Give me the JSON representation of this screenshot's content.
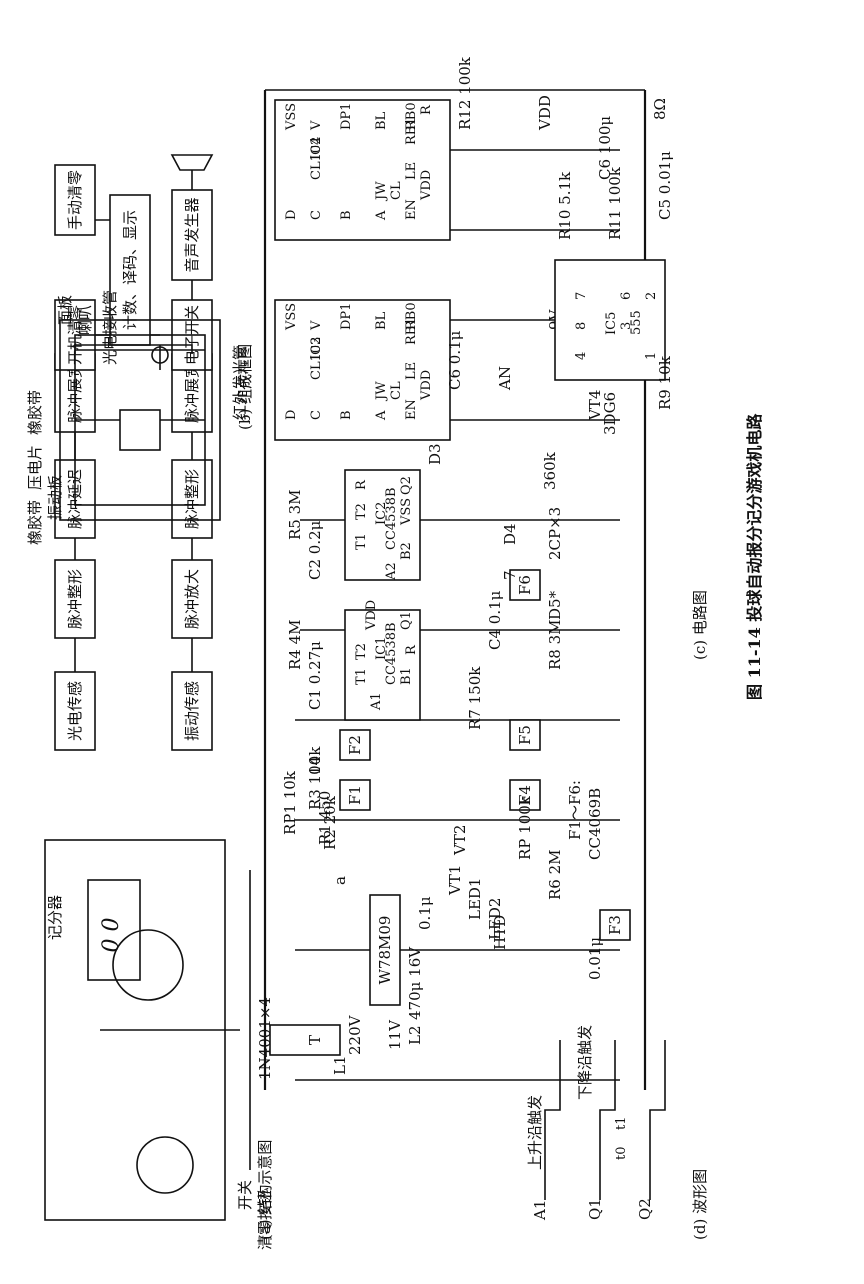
{
  "figure": {
    "caption": "图 11-14 投球自动报分记分游戏机电路",
    "part_a": "(a) 结构示意图",
    "part_b": "(b) 组成框图",
    "part_c": "(c) 电路图",
    "part_d": "(d) 波形图"
  },
  "block_diagram": {
    "upper_row": [
      "光电传感",
      "脉冲整形",
      "脉冲延迟",
      "脉冲展宽"
    ],
    "lower_row": [
      "振动传感",
      "脉冲放大",
      "脉冲整形",
      "脉冲展宽"
    ],
    "switch": "电子开关",
    "sound": "音声发生器",
    "counter": "计数、译码、显示",
    "power_reset": "开机清零",
    "manual_reset": "手动清零"
  },
  "structure": {
    "scorer": "记分器",
    "switch": "开关",
    "reset_button": "清零按钮",
    "panel": "面板",
    "horn": "喇叭",
    "photo_rx": "光电接收管",
    "ir_led": "红外发光管",
    "rubber_band_top": "橡胶带",
    "piezo": "压电片",
    "vibration_plate": "振动板",
    "rubber_band_bottom": "橡胶带"
  },
  "circuit": {
    "transformer": "T",
    "mains": "220V",
    "sec": "11V",
    "l1": "L1",
    "l2": "L2",
    "diodes": "1N4001×4",
    "cap_main": "470μ 16V",
    "regulator": "W78M09",
    "cap_01": "0.1μ",
    "r1": "R1 450",
    "led1": "LED1",
    "led2": "LED2",
    "vt1": "VT1",
    "vt2": "VT2",
    "rp1": "RP1 10k",
    "node_a": "a",
    "r2": "R2 20k",
    "r3": "R3 100k",
    "pin14": "14",
    "f1": "F1",
    "f2": "F2",
    "c1": "C1 0.27μ",
    "r4": "R4 4M",
    "ic1": [
      "VDD",
      "Q1",
      "T2",
      "T1",
      "IC1",
      "CC4538B",
      "B1",
      "A1",
      "R"
    ],
    "c2": "C2 0.2μ",
    "r5": "R5 3M",
    "ic2": [
      "R",
      "Q2",
      "T2",
      "T1",
      "IC2",
      "CC4538B",
      "B2",
      "A2",
      "VSS"
    ],
    "d3": "D3",
    "d4": "D4",
    "d4_type": "2CP×3",
    "r360k": "360k",
    "f6": "F6",
    "pin7": "7",
    "d5": "D5*",
    "c4": "C4 0.1μ",
    "r8": "R8 3M",
    "f5": "F5",
    "r7": "R7 150k",
    "f4": "F4",
    "rp": "RP 100k",
    "gates_note": "F1～F6:",
    "gates_type": "CC4069B",
    "r6": "R6 2M",
    "f3": "F3",
    "c3": "0.01μ",
    "htd": "HTD",
    "ic3": [
      "VSS",
      "V",
      "DP1",
      "BL",
      "RB0",
      "RB1",
      "LE",
      "IC3",
      "CL102",
      "D",
      "C",
      "B",
      "A",
      "JW",
      "CL",
      "EN",
      "VDD"
    ],
    "ic4": [
      "VSS",
      "V",
      "DP1",
      "BL",
      "RB0",
      "RB1",
      "LE",
      "IC4",
      "CL102",
      "D",
      "C",
      "B",
      "A",
      "JW",
      "CL",
      "EN",
      "VDD",
      "R"
    ],
    "r12": "R12 100k",
    "c6": "C6 0.1μ",
    "an": "AN",
    "vdd": "VDD",
    "nine_v": "9V",
    "r10": "R10 5.1k",
    "r11": "R11 100k",
    "c5": "C5 0.01μ",
    "c6b": "C6 100μ",
    "speaker": "8Ω",
    "ic5": [
      "8",
      "7",
      "3",
      "6",
      "2",
      "4",
      "1",
      "IC5",
      "555"
    ],
    "vt4": "VT4",
    "vt4_type": "3DG6",
    "r9": "R9 10k"
  },
  "waveform": {
    "rise": "上升沿触发",
    "fall": "下降沿触发",
    "a1": "A1",
    "q1": "Q1",
    "q2": "Q2",
    "t0": "t0",
    "t1": "t1"
  }
}
